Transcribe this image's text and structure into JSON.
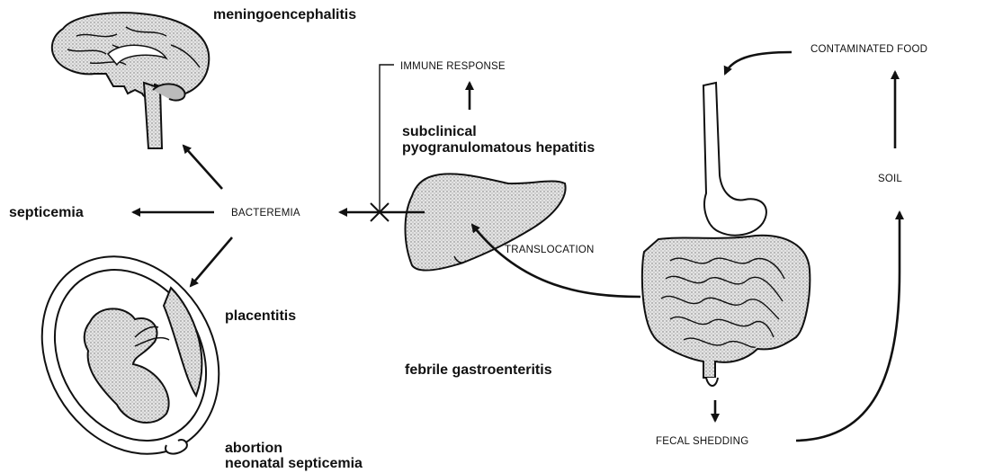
{
  "labels": {
    "meningoencephalitis": "meningoencephalitis",
    "immune_response": "IMMUNE RESPONSE",
    "contaminated_food": "CONTAMINATED FOOD",
    "subclinical_line1": "subclinical",
    "subclinical_line2": "pyogranulomatous hepatitis",
    "soil": "SOIL",
    "septicemia": "septicemia",
    "bacteremia": "BACTEREMIA",
    "translocation": "TRANSLOCATION",
    "placentitis": "placentitis",
    "febrile_gastroenteritis": "febrile gastroenteritis",
    "fecal_shedding": "FECAL SHEDDING",
    "abortion_line1": "abortion",
    "abortion_line2": "neonatal septicemia"
  },
  "colors": {
    "ink": "#111111",
    "organ_fill": "#d9d9d9",
    "background": "#ffffff"
  },
  "icons": [
    "brain-icon",
    "fetus-in-uterus-icon",
    "liver-icon",
    "intestine-icon"
  ]
}
